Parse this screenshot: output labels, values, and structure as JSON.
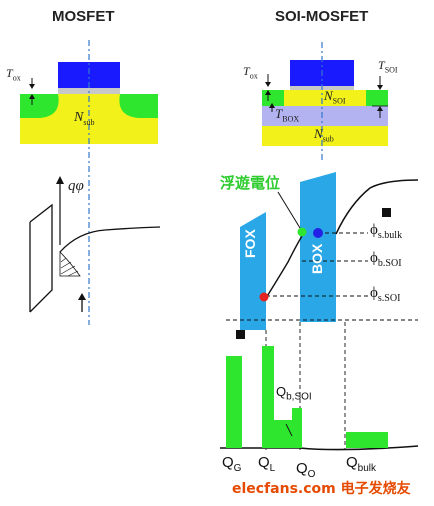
{
  "left": {
    "title": "MOSFET",
    "tox": {
      "sym": "T",
      "sub": "ox"
    },
    "nsub": {
      "sym": "N",
      "sub": "sub"
    },
    "qphi": "qφ"
  },
  "right": {
    "title": "SOI-MOSFET",
    "tox": {
      "sym": "T",
      "sub": "ox"
    },
    "tsoi": {
      "sym": "T",
      "sub": "SOI"
    },
    "nsoi": {
      "sym": "N",
      "sub": "SOI"
    },
    "tbox": {
      "sym": "T",
      "sub": "BOX"
    },
    "nsub": {
      "sym": "N",
      "sub": "sub"
    },
    "floating_label": "浮遊電位",
    "fox": "FOX",
    "box": "BOX",
    "phi_s_bulk": {
      "sym": "ϕ",
      "sub": "s.bulk"
    },
    "phi_b_soi": {
      "sym": "ϕ",
      "sub": "b.SOI"
    },
    "phi_s_soi": {
      "sym": "ϕ",
      "sub": "s.SOI"
    },
    "qb_soi": {
      "sym": "Q",
      "sub": "b,SOI"
    },
    "qg": {
      "sym": "Q",
      "sub": "G"
    },
    "ql": {
      "sym": "Q",
      "sub": "L"
    },
    "qo": {
      "sym": "Q",
      "sub": "O"
    },
    "qbulk": {
      "sym": "Q",
      "sub": "bulk"
    }
  },
  "watermark": "elecfans.com 电子发烧友",
  "colors": {
    "gate": "#1a1aff",
    "oxide": "#c8c8c8",
    "silicon": "#2ee62e",
    "substrate": "#f2f21a",
    "box": "#b3b3f2",
    "band": "#2aa7e6",
    "charge": "#2ee62e",
    "dot_red": "#e62222",
    "dot_green": "#2ee62e",
    "dot_blue": "#2222e6",
    "dash_axis": "#3377cc"
  }
}
